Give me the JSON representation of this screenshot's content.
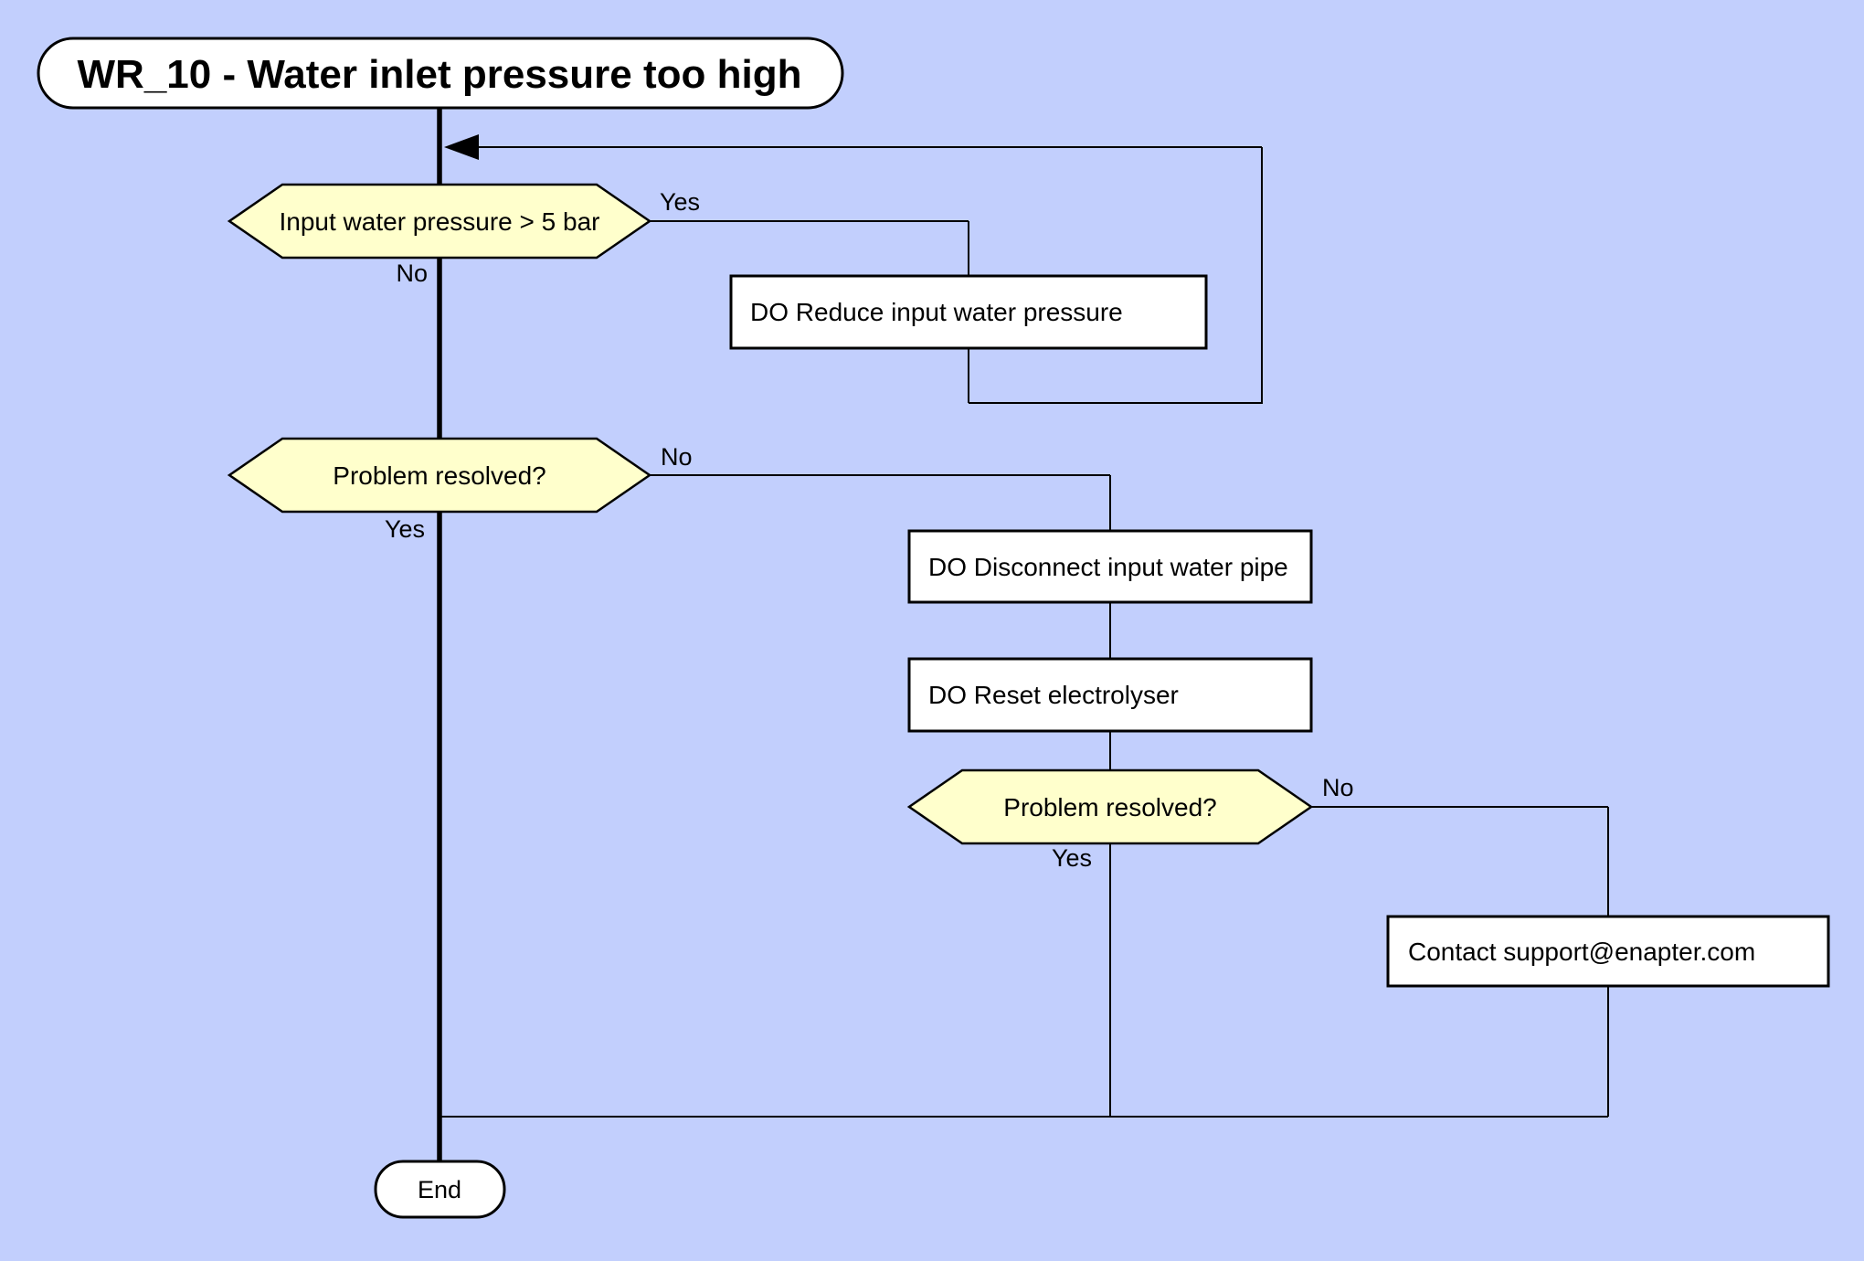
{
  "colors": {
    "background": "#c2cffd",
    "process_fill": "#ffffff",
    "decision_fill": "#ffffcc",
    "terminator_fill": "#ffffff",
    "line": "#000000"
  },
  "flowchart": {
    "title": "WR_10 - Water inlet pressure too high",
    "end_label": "End",
    "decisions": [
      {
        "id": "input-pressure",
        "label": "Input water pressure > 5 bar",
        "branch_yes": "Yes",
        "branch_no": "No"
      },
      {
        "id": "problem-resolved-1",
        "label": "Problem resolved?",
        "branch_yes": "Yes",
        "branch_no": "No"
      },
      {
        "id": "problem-resolved-2",
        "label": "Problem resolved?",
        "branch_yes": "Yes",
        "branch_no": "No"
      }
    ],
    "processes": [
      {
        "id": "reduce-pressure",
        "label": "DO Reduce input water pressure"
      },
      {
        "id": "disconnect-pipe",
        "label": "DO Disconnect input water pipe"
      },
      {
        "id": "reset-electrolyser",
        "label": "DO Reset electrolyser"
      },
      {
        "id": "contact-support",
        "label": "Contact support@enapter.com"
      }
    ]
  }
}
